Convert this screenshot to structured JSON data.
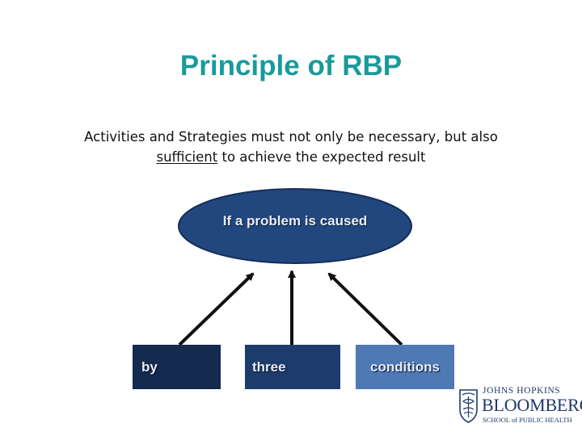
{
  "slide": {
    "title": "Principle of RBP",
    "subtitle_part1": "Activities and Strategies must not only be necessary, but also",
    "subtitle_underlined": "sufficient",
    "subtitle_part2": " to achieve the expected result"
  },
  "diagram": {
    "ellipse_text": "If a problem is caused",
    "boxes": {
      "by": "by",
      "three": "three",
      "conditions": "conditions"
    },
    "colors": {
      "ellipse_fill": "#22477e",
      "ellipse_stroke": "#152e57",
      "box_by": "#142a4e",
      "box_three": "#1d3c6c",
      "box_conditions": "#4f79b5",
      "arrow": "#111111"
    }
  },
  "logo": {
    "line1": "JOHNS HOPKINS",
    "line2": "BLOOMBERG",
    "line3": "SCHOOL of PUBLIC HEALTH",
    "icon": "shield-crest-icon"
  },
  "colors": {
    "title": "#1a9a9a",
    "logo_blue": "#1f3a6b"
  }
}
